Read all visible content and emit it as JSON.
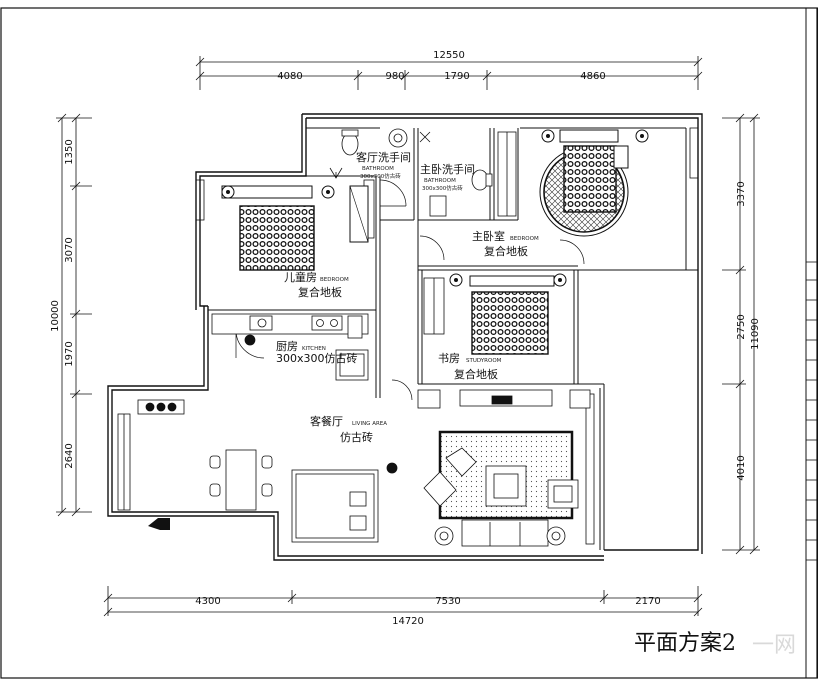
{
  "title": "平面方案2",
  "watermark": "一网",
  "dimensions": {
    "top_total": "12550",
    "top": [
      "4080",
      "980",
      "1790",
      "4860"
    ],
    "bottom": [
      "4300",
      "7530",
      "2170"
    ],
    "bottom_total": "14720",
    "left": [
      "1350",
      "3070",
      "1970",
      "2640"
    ],
    "left_total": "10000",
    "right": [
      "3370",
      "2750",
      "4010"
    ],
    "right_total": "11090"
  },
  "rooms": {
    "guest_bath": {
      "name": "客厅洗手间",
      "en": "BATHROOM",
      "floor": "300x300仿古砖"
    },
    "master_bath": {
      "name": "主卧洗手间",
      "en": "BATHROOM",
      "floor": "300x300仿古砖"
    },
    "master": {
      "name": "主卧室",
      "en": "BEDROOM",
      "floor": "复合地板"
    },
    "child": {
      "name": "儿童房",
      "en": "BEDROOM",
      "floor": "复合地板"
    },
    "study": {
      "name": "书房",
      "en": "STUDYROOM",
      "floor": "复合地板"
    },
    "kitchen": {
      "name": "厨房",
      "en": "KITCHEN",
      "floor": "300x300仿古砖"
    },
    "living": {
      "name": "客餐厅",
      "en": "LIVING AREA",
      "floor": "仿古砖"
    }
  },
  "colors": {
    "line": "#111111",
    "paper": "#ffffff",
    "watermark": "#bbbbbb"
  }
}
